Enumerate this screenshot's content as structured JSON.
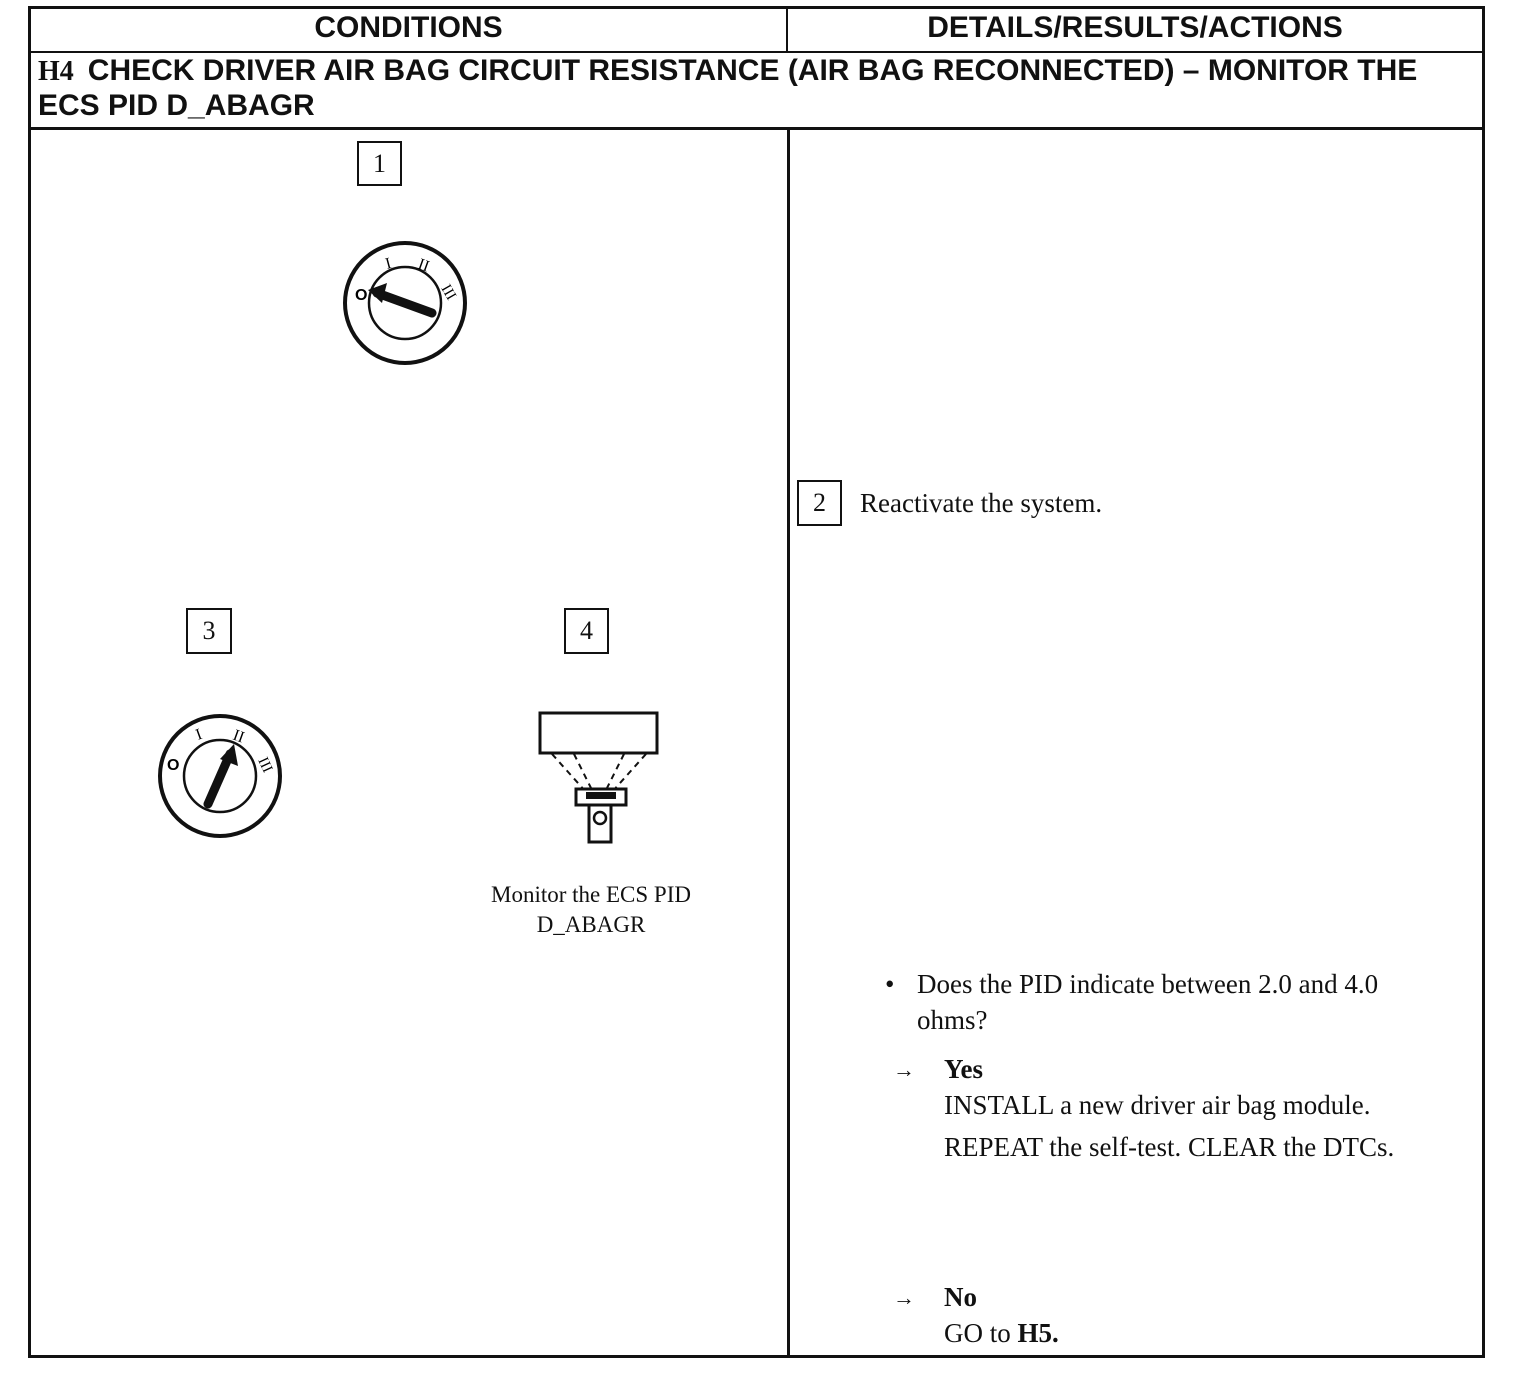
{
  "table": {
    "col_left_header": "CONDITIONS",
    "col_right_header": "DETAILS/RESULTS/ACTIONS",
    "step_id": "H4",
    "step_title_line1": "CHECK DRIVER AIR BAG CIRCUIT RESISTANCE (AIR BAG RECONNECTED) – MONITOR THE",
    "step_title_line2": "ECS PID D_ABAGR"
  },
  "conditions": {
    "step1_number": "1",
    "step3_number": "3",
    "step4_number": "4",
    "ignition_labels": {
      "off": "O",
      "acc": "I",
      "run": "II",
      "start": "III"
    },
    "scan_caption_line1": "Monitor the ECS PID",
    "scan_caption_line2": "D_ABAGR",
    "icons": [
      "ignition-switch-off-icon",
      "ignition-switch-run-icon",
      "scan-tool-icon"
    ]
  },
  "details": {
    "step2_number": "2",
    "step2_text": "Reactivate the system.",
    "question_bullet": "•",
    "question_line1": "Does the PID indicate between 2.0 and 4.0",
    "question_line2": "ohms?",
    "arrow_symbol": "→",
    "yes_label": "Yes",
    "yes_line1": "INSTALL a new driver air bag module.",
    "yes_line2": "REPEAT the self-test. CLEAR the DTCs.",
    "no_label": "No",
    "no_text_prefix": "GO to",
    "no_target": "H5."
  }
}
